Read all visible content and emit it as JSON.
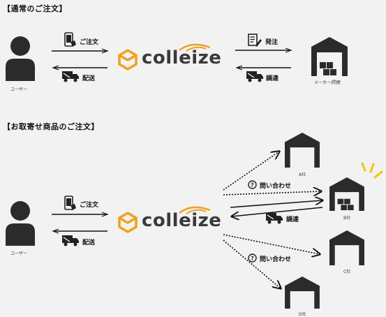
{
  "section1": {
    "title": "【通常のご注文】",
    "user_label": "ユーザー",
    "order_label": "ご注文",
    "delivery_label": "配送",
    "brand": "colleize",
    "placing_order_label": "発注",
    "procurement_label": "調達",
    "maker_label": "メーカー/問屋"
  },
  "section2": {
    "title": "【お取寄せ商品のご注文】",
    "user_label": "ユーザー",
    "order_label": "ご注文",
    "delivery_label": "配送",
    "brand": "colleize",
    "inquiry_label_1": "問い合わせ",
    "procurement_label": "調達",
    "inquiry_label_2": "問い合わせ",
    "company_a": "A社",
    "company_b": "B社",
    "company_c": "C社",
    "company_d": "D社"
  },
  "colors": {
    "brand_orange": "#f0a020",
    "icon_dark": "#2b2b2b",
    "highlight_yellow": "#f5c400"
  }
}
